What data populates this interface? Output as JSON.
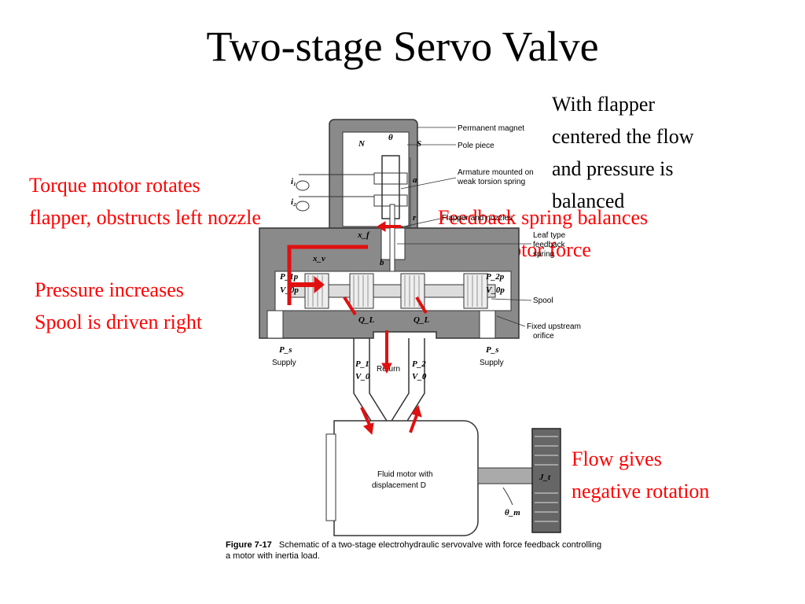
{
  "title": "Two-stage Servo Valve",
  "notes": {
    "balanced": "With flapper\ncentered the flow\nand pressure is\nbalanced",
    "torque": "Torque motor rotates\nflapper, obstructs left nozzle",
    "feedback": "Feedback spring balances\ntorque motor force",
    "pressure": "Pressure increases\nSpool is driven right",
    "flow": "Flow gives\nnegative rotation"
  },
  "labels": {
    "permanent_magnet": "Permanent magnet",
    "pole_piece": "Pole piece",
    "armature": "Armature mounted on",
    "armature2": "weak torsion spring",
    "flapper_nozzles": "Flapper and nozzles",
    "leaf_type": "Leaf type",
    "feedback": "feedback",
    "spring": "spring",
    "spool": "Spool",
    "fixed_upstream": "Fixed upstream",
    "orifice": "orifice",
    "supply_left": "Supply",
    "supply_right": "Supply",
    "return": "Return",
    "fluid_motor": "Fluid motor with",
    "displacement": "displacement D",
    "n": "N",
    "s": "S",
    "theta": "θ",
    "i1": "i₁",
    "i2": "i₂",
    "a": "a",
    "r": "r",
    "b": "b",
    "xf": "x_f",
    "xv": "x_v",
    "p1p": "P_1p",
    "v0p_l": "V_0p",
    "p2p": "P_2p",
    "v0p_r": "V_0p",
    "ql_l": "Q_L",
    "ql_r": "Q_L",
    "ps_l": "P_s",
    "ps_r": "P_s",
    "p1": "P_1",
    "v0_l": "V_0",
    "p2": "P_2",
    "v0_r": "V_0",
    "jt": "J_t",
    "theta_m": "θ_m"
  },
  "caption": {
    "fig": "Figure 7-17",
    "text": "Schematic of a two-stage electrohydraulic servovalve with force feedback controlling a motor with inertia load."
  },
  "colors": {
    "annotation": "#ff0000",
    "arrow": "#e01010",
    "housing": "#808080"
  }
}
